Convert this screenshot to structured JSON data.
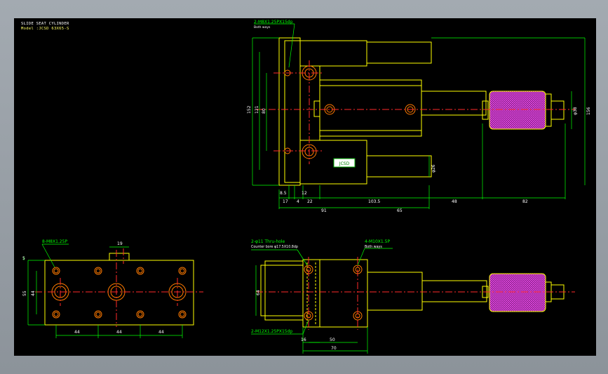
{
  "title_block": {
    "line1": "SLIDE SEAT CYLINDER",
    "line2": "Model :JCSD 63X65-S"
  },
  "colors": {
    "background": "#000000",
    "outline": "#ffff00",
    "dimension": "#00ff00",
    "centerline": "#ff2a2a",
    "hole": "#ff7a00",
    "hatch": "#ff2aff",
    "note": "#ffffff"
  },
  "top_view": {
    "note_top": "2-M8X1.25PX15dp",
    "note_top_sub": "Both ways",
    "badge": "JCSD",
    "dims": {
      "h152": "152",
      "h121": "121",
      "h80": "80",
      "h156": "156",
      "phi38": "φ38",
      "phi26": "φ26",
      "d8_5": "8.5",
      "d12": "12",
      "d17": "17",
      "d4": "4",
      "d22": "22",
      "d103_5": "103.5",
      "d48": "48",
      "d82": "82",
      "d91": "91",
      "d65": "65"
    }
  },
  "bottom_left_view": {
    "note": "8-M8X1.25P",
    "dims": {
      "d19": "19",
      "d5": "5",
      "d55": "55",
      "d44v": "44",
      "d44a": "44",
      "d44b": "44",
      "d44c": "44"
    }
  },
  "bottom_right_view": {
    "note_a": "2-φ11 Thru-hole",
    "note_a_sub": "Counter bore φ17.5X10.8dp",
    "note_b": "4-M10X1.5P",
    "note_b_sub": "Both ways",
    "note_c": "2-M12X1.25PX15dp",
    "dims": {
      "d64": "64",
      "d16": "16",
      "d50": "50",
      "d70": "70"
    }
  }
}
